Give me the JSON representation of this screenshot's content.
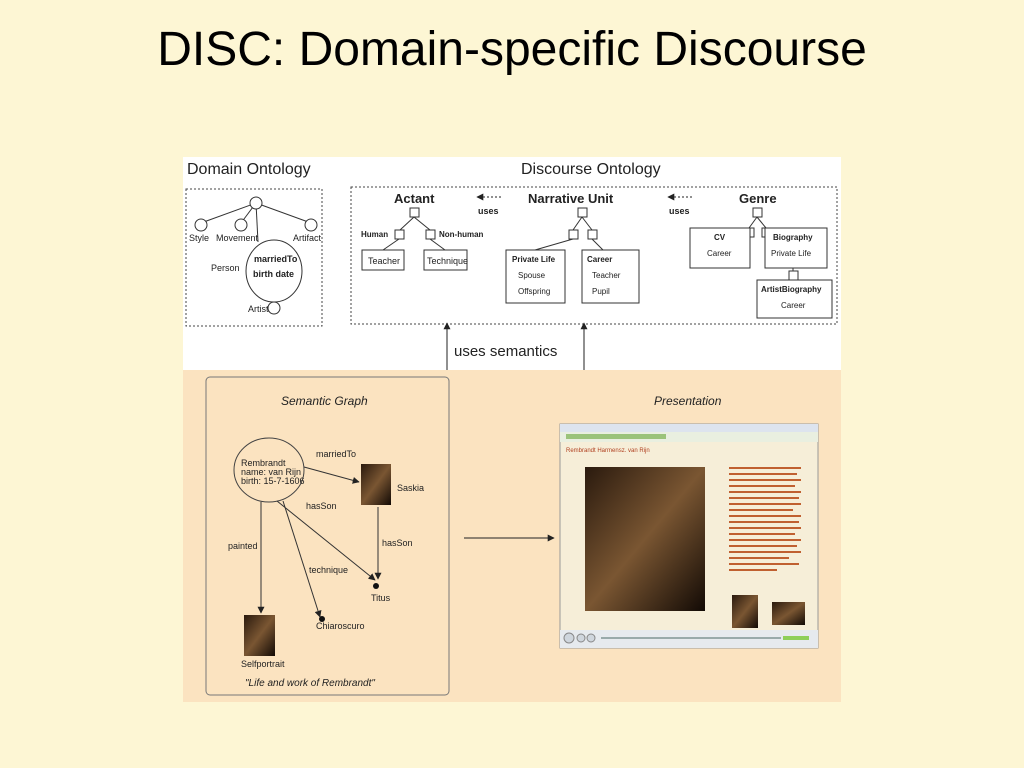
{
  "title": "DISC: Domain-specific Discourse",
  "domain_ontology": {
    "heading": "Domain Ontology",
    "nodes": [
      "Style",
      "Movement",
      "Artifact",
      "Person",
      "marriedTo",
      "birth date",
      "Artist"
    ]
  },
  "discourse_ontology": {
    "heading": "Discourse Ontology",
    "uses_label": "uses",
    "actant": {
      "title": "Actant",
      "human": "Human",
      "non_human": "Non-human",
      "box1": "Teacher",
      "box2": "Technique"
    },
    "narrative_unit": {
      "title": "Narrative Unit",
      "private_life": {
        "title": "Private Life",
        "items": [
          "Spouse",
          "Offspring"
        ]
      },
      "career": {
        "title": "Career",
        "items": [
          "Teacher",
          "Pupil"
        ]
      }
    },
    "genre": {
      "title": "Genre",
      "cv": {
        "title": "CV",
        "item": "Career"
      },
      "biography": {
        "title": "Biography",
        "item": "Private Life"
      },
      "artist_biography": {
        "title": "ArtistBiography",
        "item": "Career"
      }
    }
  },
  "uses_semantics": "uses semantics",
  "semantic_graph": {
    "title": "Semantic Graph",
    "rembrandt_lines": [
      "Rembrandt",
      "name: van Rijn",
      "birth: 15-7-1606"
    ],
    "edges": {
      "married_to": "marriedTo",
      "has_son_1": "hasSon",
      "has_son_2": "hasSon",
      "painted": "painted",
      "technique": "technique"
    },
    "nodes": {
      "saskia": "Saskia",
      "titus": "Titus",
      "chiaroscuro": "Chiaroscuro",
      "selfportrait": "Selfportrait"
    },
    "caption": "\"Life and work of Rembrandt\""
  },
  "presentation": {
    "title": "Presentation",
    "window_title": "Rembrandt Harmensz. van Rijn"
  },
  "colors": {
    "background": "#fdf6d4",
    "lower_panel": "#fbe3c0",
    "figure_white": "#ffffff"
  }
}
